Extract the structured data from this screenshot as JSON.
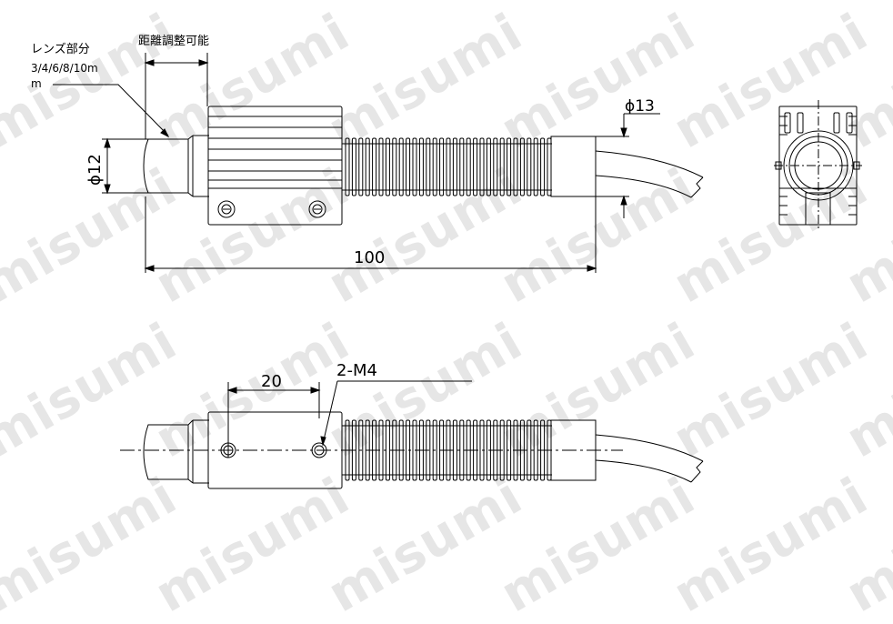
{
  "watermark": "misumi",
  "labels": {
    "lens_label": "レンズ部分",
    "lens_lengths_line1": "3/4/6/8/10m",
    "lens_lengths_line2": "m",
    "focus_adjust": "距離調整可能",
    "dim_phi12": "ϕ12",
    "dim_phi13": "ϕ13",
    "dim_100": "100",
    "dim_20": "20",
    "dim_2m4": "2-M4"
  },
  "colors": {
    "line": "#000000",
    "watermark": "#e6e6e6"
  }
}
